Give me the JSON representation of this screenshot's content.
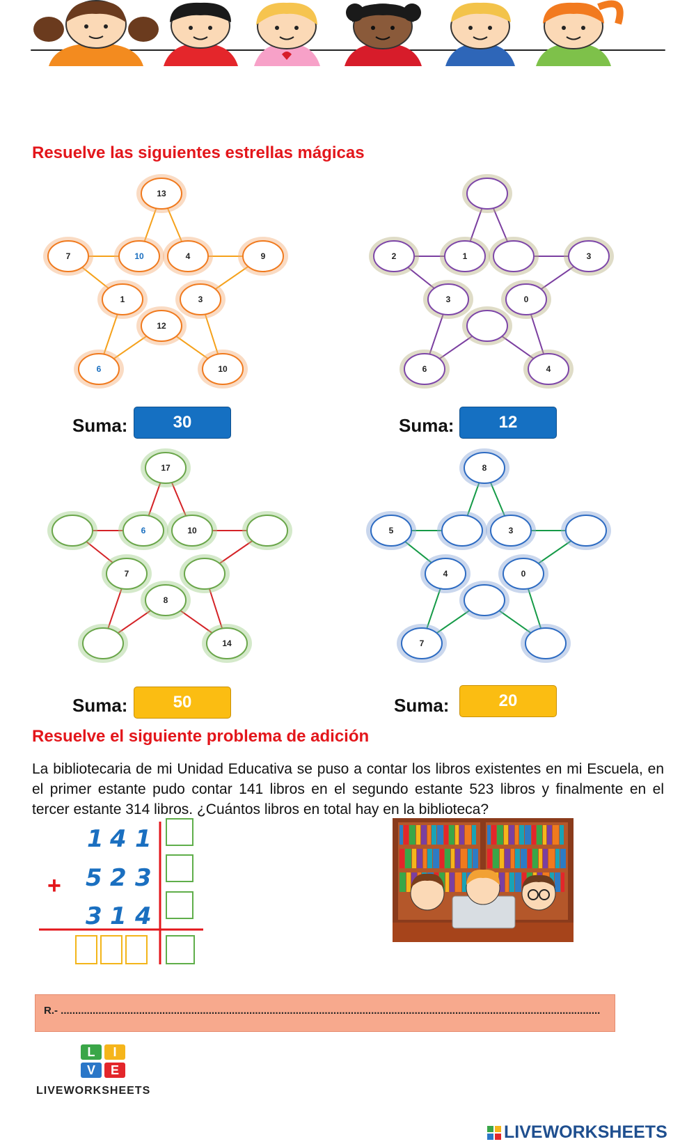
{
  "headings": {
    "stars": "Resuelve las siguientes estrellas mágicas",
    "problem": "Resuelve el siguiente problema de adición"
  },
  "stars": [
    {
      "name": "orange-star",
      "color": "#f5a11b",
      "ring": "#f07a1e",
      "glow": "#f4b07a",
      "values": [
        "13",
        "7",
        "10",
        "4",
        "9",
        "1",
        "3",
        "12",
        "6",
        "10"
      ],
      "blue_indices": [
        2,
        8
      ],
      "suma_label": "Suma:",
      "suma": "30",
      "suma_color": "blue"
    },
    {
      "name": "purple-star",
      "color": "#7b3fa0",
      "ring": "#7d46a8",
      "glow": "#b7b283",
      "values": [
        "",
        "2",
        "1",
        "",
        "3",
        "3",
        "0",
        "",
        "6",
        "4"
      ],
      "blue_indices": [],
      "suma_label": "Suma:",
      "suma": "12",
      "suma_color": "blue"
    },
    {
      "name": "green-star",
      "color": "#d42327",
      "ring": "#6aa64a",
      "glow": "#9fcf8a",
      "values": [
        "17",
        "",
        "6",
        "10",
        "",
        "7",
        "",
        "8",
        "",
        "14"
      ],
      "blue_indices": [
        2
      ],
      "suma_label": "Suma:",
      "suma": "50",
      "suma_color": "yellow"
    },
    {
      "name": "blue-star",
      "color": "#159a47",
      "ring": "#2d6bc2",
      "glow": "#8aa6d8",
      "values": [
        "8",
        "5",
        "",
        "3",
        "",
        "4",
        "0",
        "",
        "7",
        ""
      ],
      "blue_indices": [],
      "suma_label": "Suma:",
      "suma": "20",
      "suma_color": "yellow"
    }
  ],
  "problem_text": "La bibliotecaria de mi Unidad Educativa se puso a contar los libros existentes en mi Escuela, en el primer estante pudo contar 141 libros en el segundo estante 523 libros y finalmente en el tercer estante 314 libros. ¿Cuántos libros en total hay en la biblioteca?",
  "addition": {
    "rows": [
      [
        "1",
        "4",
        "1"
      ],
      [
        "5",
        "2",
        "3"
      ],
      [
        "3",
        "1",
        "4"
      ]
    ],
    "operator": "+"
  },
  "answer_label": "R.-",
  "logo": {
    "letters": [
      "L",
      "I",
      "V",
      "E"
    ],
    "text": "LIVEWORKSHEETS"
  },
  "footer_brand": "LIVEWORKSHEETS",
  "colors": {
    "heading": "#e3161b",
    "blue_box": "#1570c2",
    "yellow_box": "#fbbd12",
    "answer_bg": "#f7a98d"
  }
}
